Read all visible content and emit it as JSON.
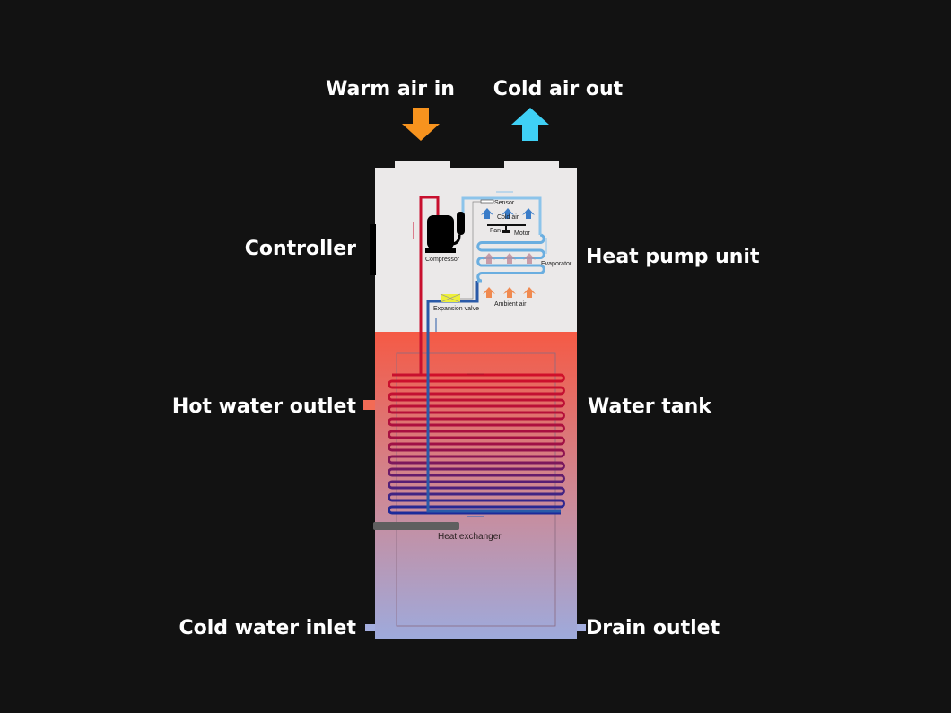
{
  "labels": {
    "warm_air_in": "Warm air in",
    "cold_air_out": "Cold air out",
    "controller": "Controller",
    "heat_pump_unit": "Heat pump unit",
    "hot_water_outlet": "Hot water outlet",
    "water_tank": "Water tank",
    "cold_water_inlet": "Cold water inlet",
    "drain_outlet": "Drain outlet"
  },
  "components": {
    "sensor": "Sensor",
    "cold_air": "Cold air",
    "fan": "Fan",
    "motor": "Motor",
    "compressor": "Compressor",
    "evaporator": "Evaporator",
    "expansion_valve": "Expansion valve",
    "ambient_air": "Ambient air",
    "heat_exchanger": "Heat exchanger"
  },
  "colors": {
    "background": "#121212",
    "warm_arrow": "#f7931e",
    "cold_arrow": "#3fd0f5",
    "hot_pipe": "#c8102e",
    "cold_pipe": "#1f3f9a",
    "evaporator_pipe": "#6aaee0",
    "tank_top": "#f55a45",
    "tank_bottom": "#9eaadc",
    "unit_body": "#ebe9e9"
  }
}
